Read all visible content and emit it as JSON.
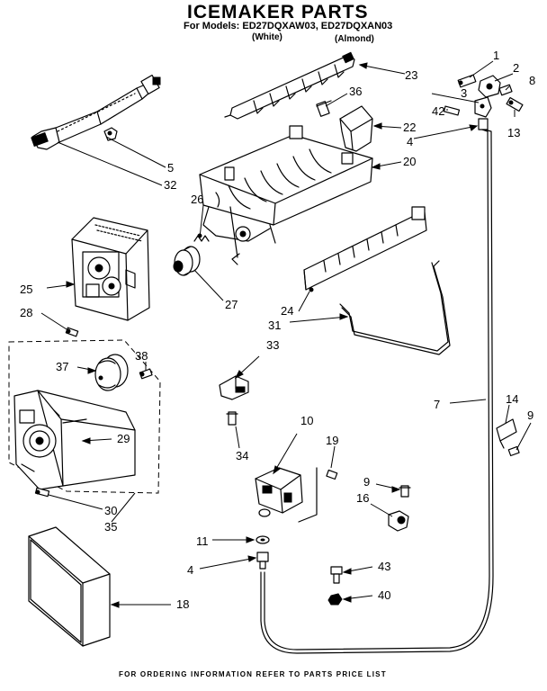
{
  "header": {
    "title": "ICEMAKER PARTS",
    "models": "For Models: ED27DQXAW03, ED27DQXAN03",
    "white": "(White)",
    "almond": "(Almond)"
  },
  "callouts": {
    "c1": "1",
    "c2": "2",
    "c3": "3",
    "c4a": "4",
    "c4b": "4",
    "c5": "5",
    "c7": "7",
    "c8": "8",
    "c9a": "9",
    "c9b": "9",
    "c10": "10",
    "c11": "11",
    "c13": "13",
    "c14": "14",
    "c16": "16",
    "c18": "18",
    "c19": "19",
    "c20": "20",
    "c22": "22",
    "c23": "23",
    "c24": "24",
    "c25": "25",
    "c26": "26",
    "c27": "27",
    "c28": "28",
    "c29": "29",
    "c30": "30",
    "c31": "31",
    "c32": "32",
    "c33": "33",
    "c34": "34",
    "c35": "35",
    "c36": "36",
    "c37": "37",
    "c38": "38",
    "c40": "40",
    "c42": "42",
    "c43": "43"
  },
  "footer": "FOR ORDERING INFORMATION REFER TO PARTS PRICE LIST"
}
